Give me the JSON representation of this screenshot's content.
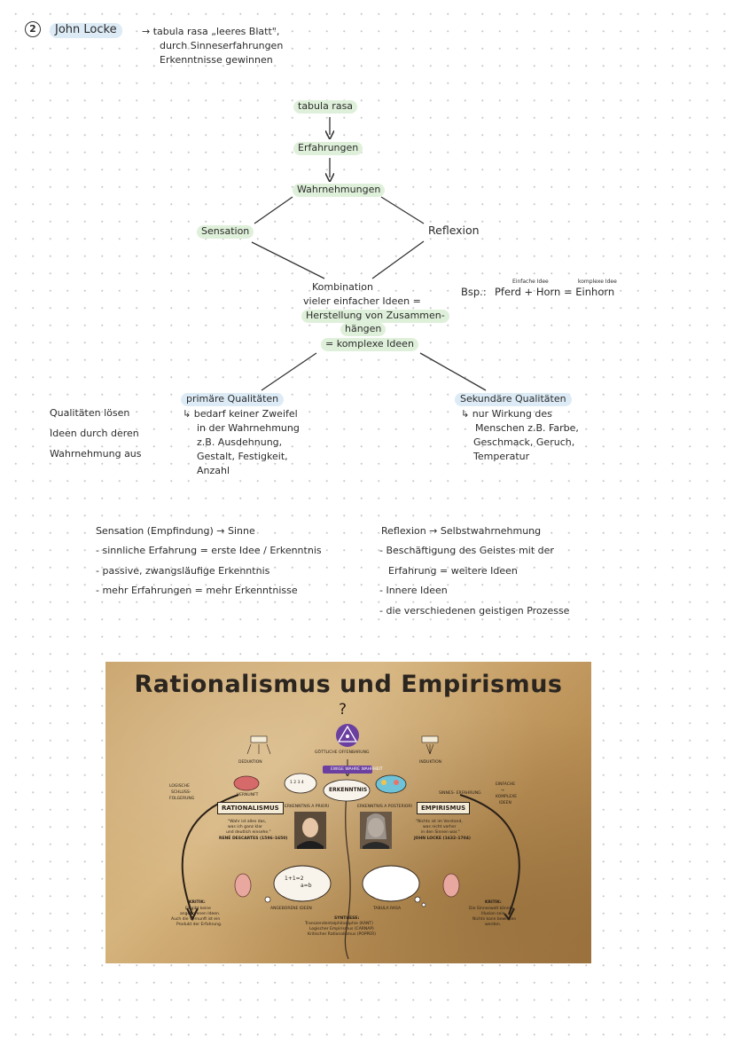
{
  "header": {
    "number": "2",
    "name": "John Locke",
    "definition": [
      "→ tabula rasa „leeres Blatt\",",
      "durch Sinneserfahrungen",
      "Erkenntnisse gewinnen"
    ]
  },
  "flow": {
    "step1": "tabula rasa",
    "step2": "Erfahrungen",
    "step3": "Wahrnehmungen",
    "left": "Sensation",
    "right": "Reflexion",
    "combination": [
      "Kombination",
      "vieler einfacher Ideen =",
      "Herstellung von Zusammen-",
      "hängen",
      "= komplexe Ideen"
    ]
  },
  "example": {
    "label": "Bsp.:",
    "text": "Pferd + Horn = Einhorn",
    "note_simple": "Einfache Idee",
    "note_complex": "komplexe Idee"
  },
  "qualities": {
    "side_note": [
      "Qualitäten lösen",
      "Ideen durch deren",
      "Wahrnehmung aus"
    ],
    "primary_title": "primäre Qualitäten",
    "primary_lines": [
      "↳ bedarf keiner Zweifel",
      "in der Wahrnehmung",
      "z.B. Ausdehnung,",
      "Gestalt, Festigkeit,",
      "Anzahl"
    ],
    "secondary_title": "Sekundäre Qualitäten",
    "secondary_lines": [
      "↳ nur Wirkung des",
      "Menschen z.B. Farbe,",
      "Geschmack, Geruch,",
      "Temperatur"
    ]
  },
  "sensation": {
    "title": "Sensation (Empfindung) → Sinne",
    "items": [
      "- sinnliche Erfahrung = erste Idee / Erkenntnis",
      "- passive, zwangsläufige Erkenntnis",
      "- mehr Erfahrungen = mehr Erkenntnisse"
    ]
  },
  "reflexion": {
    "title": "Reflexion → Selbstwahrnehmung",
    "items": [
      "- Beschäftigung des Geistes mit der",
      "Erfahrung = weitere Ideen",
      "- Innere Ideen",
      "- die verschiedenen geistigen Prozesse"
    ]
  },
  "poster": {
    "title": "Rationalismus und Empirismus",
    "question": "?",
    "divine": "GÖTTLICHE OFFENBARUNG",
    "erkenntnis": "ERKENNTNIS",
    "ewige": "EWIGE WAHRE WAHRHEIT",
    "rationalismus": "RATIONALISMUS",
    "empirismus": "EMPIRISMUS",
    "a_priori": "ERKENNTNIS A PRIORI",
    "a_posteriori": "ERKENNTNIS A POSTERIORI",
    "vernunft": "VERNUNFT",
    "sinnes": "SINNES- ERFAHRUNG",
    "deduktion": "DEDUKTION",
    "induktion": "INDUKTION",
    "left_side": [
      "LOGISCHE",
      "SCHLUSS-",
      "FOLGERUNG"
    ],
    "right_side": [
      "EINFACHE",
      "→",
      "KOMPLEXE",
      "IDEEN"
    ],
    "quote_left": [
      "\"Wahr ist alles das,",
      "was ich ganz klar",
      "und deutlich einsehe.\"",
      "RENÉ DESCARTES (1596–1650)"
    ],
    "quote_right": [
      "\"Nichts ist im Verstand,",
      "was nicht vorher",
      "in den Sinnen war.\"",
      "JOHN LOCKE (1632–1704)"
    ],
    "angeborene": "ANGEBORENE IDEEN",
    "tabula": "TABULA RASA",
    "synthese": [
      "SYNTHESE:",
      "Transzendentalphilosophie (KANT)",
      "Logischer Empirismus (CARNAP)",
      "Kritischer Rationalismus (POPPER)"
    ],
    "kritik_left": [
      "KRITIK:",
      "Es gibt keine",
      "angeborenen Ideen.",
      "Auch die Vernunft ist ein",
      "Produkt der Erfahrung."
    ],
    "kritik_right": [
      "KRITIK:",
      "Die Sinneswelt könnte",
      "Illusion sein.",
      "Nichts kann bewiesen",
      "werden."
    ],
    "math": [
      "1+1=2",
      "a=b"
    ],
    "nums": [
      "1 2 3 4"
    ]
  }
}
